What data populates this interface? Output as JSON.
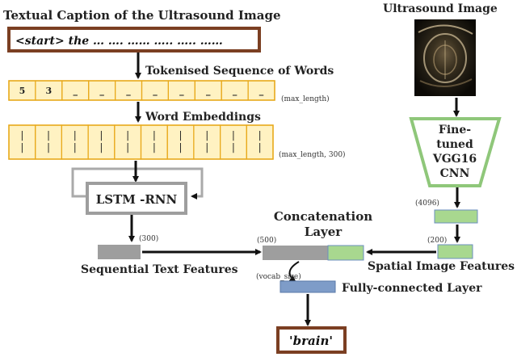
{
  "caption_title": "Textual Caption of the Ultrasound Image",
  "caption_box": "<start> the … …. …… ….. ….. ……",
  "ultrasound_title": "Ultrasound Image",
  "tokenised_label": "Tokenised Sequence of Words",
  "token_cells": [
    "5",
    "3",
    "_",
    "_",
    "_",
    "_",
    "_",
    "_",
    "_",
    "_"
  ],
  "max_length_label": "(max_length)",
  "word_embeddings_label": "Word Embeddings",
  "embedding_cells": [
    "|",
    "|",
    "|",
    "|",
    "|",
    "|",
    "|",
    "|",
    "|",
    "|"
  ],
  "embedding_shape_label": "(max_length, 300)",
  "cnn_lines": [
    "Fine-",
    "tuned",
    "VGG16",
    "CNN"
  ],
  "dim_4096": "(4096)",
  "lstm_label": "LSTM -RNN",
  "dim_300": "(300)",
  "concat_lines": [
    "Concatenation",
    "Layer"
  ],
  "dim_500": "(500)",
  "dim_200": "(200)",
  "sequential_label": "Sequential Text Features",
  "spatial_label": "Spatial Image Features",
  "vocab_label": "(vocab_size)",
  "fc_label": "Fully-connected Layer",
  "output_word": "'brain'",
  "colors": {
    "brown": "#7b3f22",
    "token_fill": "#fff2c2",
    "token_stroke": "#e8a91a",
    "green_stroke": "#8fc77a",
    "green_fill": "#a8d88f",
    "gray_block": "#9e9e9e",
    "fc_blue": "#7e9cc8",
    "arrow": "#111111"
  }
}
